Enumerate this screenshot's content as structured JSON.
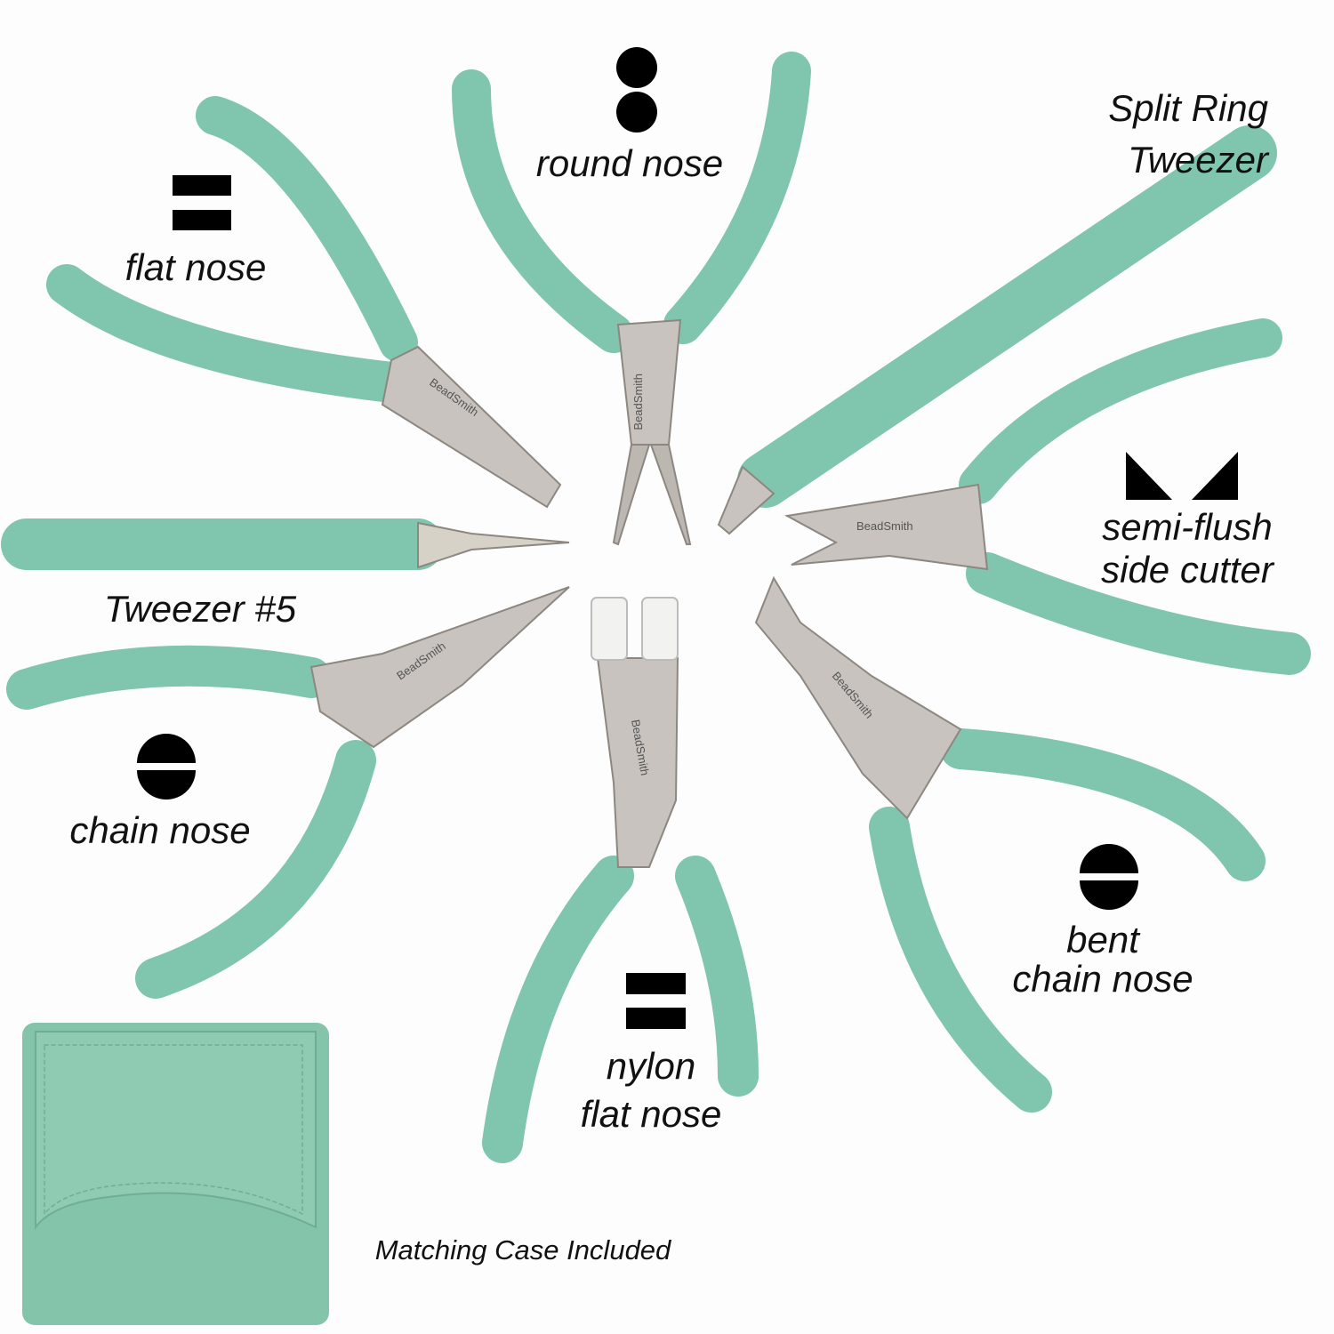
{
  "labels": {
    "round_nose": "round nose",
    "split_ring": [
      "Split Ring",
      "Tweezer"
    ],
    "flat_nose": "flat nose",
    "semi_flush": [
      "semi-flush",
      "side cutter"
    ],
    "tweezer5": "Tweezer #5",
    "chain_nose": "chain nose",
    "bent_chain": [
      "bent",
      "chain nose"
    ],
    "nylon_flat": [
      "nylon",
      "flat nose"
    ],
    "case": "Matching Case Included"
  },
  "brand": "BeadSmith",
  "colors": {
    "handle": "#80c5ad",
    "metal": "#c8c3be",
    "case": "#84c4aa"
  }
}
